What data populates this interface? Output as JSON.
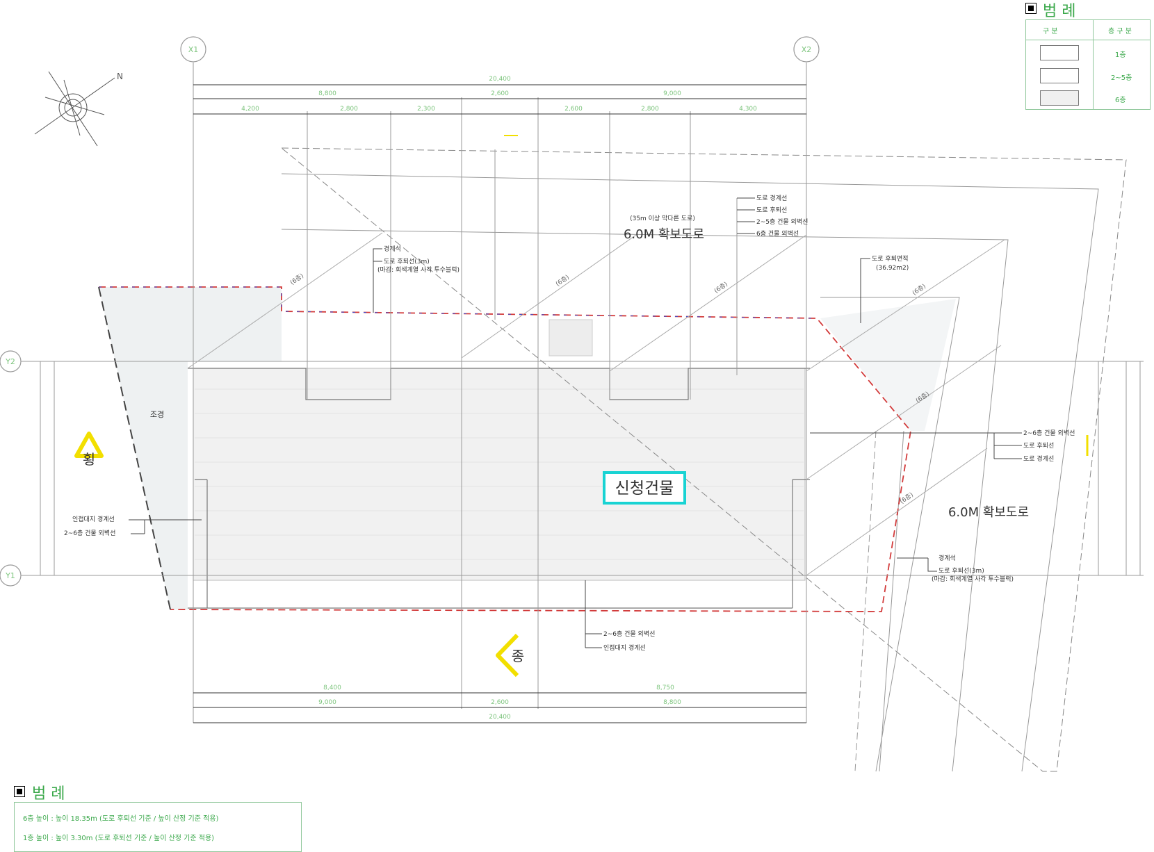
{
  "grid": {
    "x1": "X1",
    "x2": "X2",
    "y1": "Y1",
    "y2": "Y2"
  },
  "dims": {
    "top_total": "20,400",
    "top_seg": [
      "8,800",
      "2,600",
      "9,000"
    ],
    "top_sub": [
      "4,200",
      "2,800",
      "2,300",
      "2,600",
      "2,800",
      "4,300"
    ],
    "bottom_inner": [
      "8,400",
      "8,750"
    ],
    "bottom_seg": [
      "9,000",
      "2,600",
      "8,800"
    ],
    "bottom_total": "20,400"
  },
  "labels": {
    "main_building": "신청건물",
    "road_upper": "6.0M 확보도로",
    "road_upper_note": "(35m 이상 막다른 도로)",
    "road_right": "6.0M 확보도로",
    "landscape": "조경",
    "axis_horizontal": "횡",
    "axis_vertical": "종",
    "left_boundary": "인접대지 경계선",
    "left_wall": "2~6층 건물 외벽선",
    "bottom_wall": "2~6층 건물 외벽선",
    "bottom_boundary": "인접대지 경계선",
    "top_note_1": "도로 경계선",
    "top_note_2": "도로 후퇴선",
    "top_note_3": "2~5층 건물 외벽선",
    "top_note_4": "6층 건물 외벽선",
    "setback_area": "도로 후퇴면적",
    "setback_area_value": "(36.92m2)",
    "upper_boundary": "경계석",
    "upper_setback": "도로 후퇴선(3m)",
    "upper_setback_note": "(마감: 회색계열 사각 투수블럭)",
    "right_note_1": "2~6층 건물 외벽선",
    "right_note_2": "도로 후퇴선",
    "right_note_3": "도로 경계선",
    "right_boundary": "경계석",
    "right_setback": "도로 후퇴선(3m)",
    "right_setback_note": "(마감: 회색계열 사각 투수블럭)",
    "floor_tag": "(6층)"
  },
  "legend_top": {
    "title": "범 례",
    "col1": "구 분",
    "col2": "층 구 분",
    "rows": [
      "1층",
      "2~5층",
      "6층"
    ]
  },
  "legend_bottom": {
    "title": "범 례",
    "line1": "6층 높이 : 높이 18.35m (도로 후퇴선 기준 / 높이 산정 기준 적용)",
    "line2": "1층 높이 : 높이 3.30m (도로 후퇴선 기준 / 높이 산정 기준 적용)"
  },
  "colors": {
    "grid_line": "#9a9a9a",
    "dim_line": "#3a3a3a",
    "dim_text": "#7cc47c",
    "boundary_red": "#d23a3a",
    "boundary_blue": "#3a4fd2",
    "highlight": "#19d3d3",
    "arrow": "#f2df00",
    "building_fill": "#f1f1f1",
    "landscape_fill": "#eef1f2"
  }
}
